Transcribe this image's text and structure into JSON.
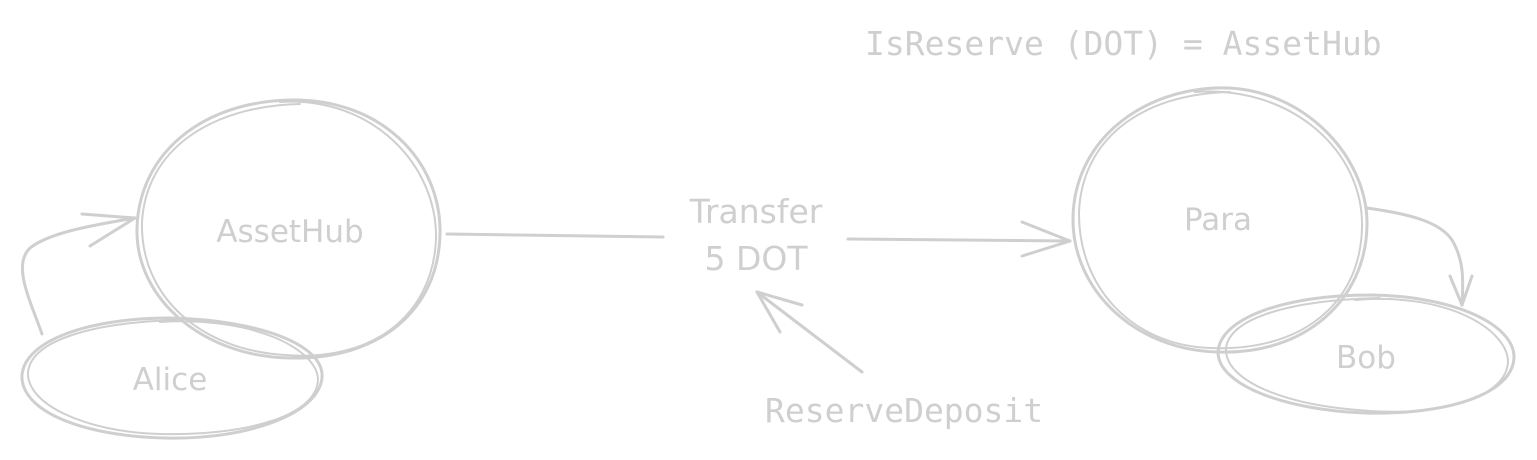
{
  "annotation_top": "IsReserve (DOT) = AssetHub",
  "nodes": {
    "assethub": "AssetHub",
    "alice": "Alice",
    "para": "Para",
    "bob": "Bob"
  },
  "transfer": {
    "line1": "Transfer",
    "line2": "5 DOT"
  },
  "reserve_label": "ReserveDeposit",
  "colors": {
    "stroke": "#cfcfcf",
    "text": "#cfcfcf",
    "background": "#ffffff"
  }
}
